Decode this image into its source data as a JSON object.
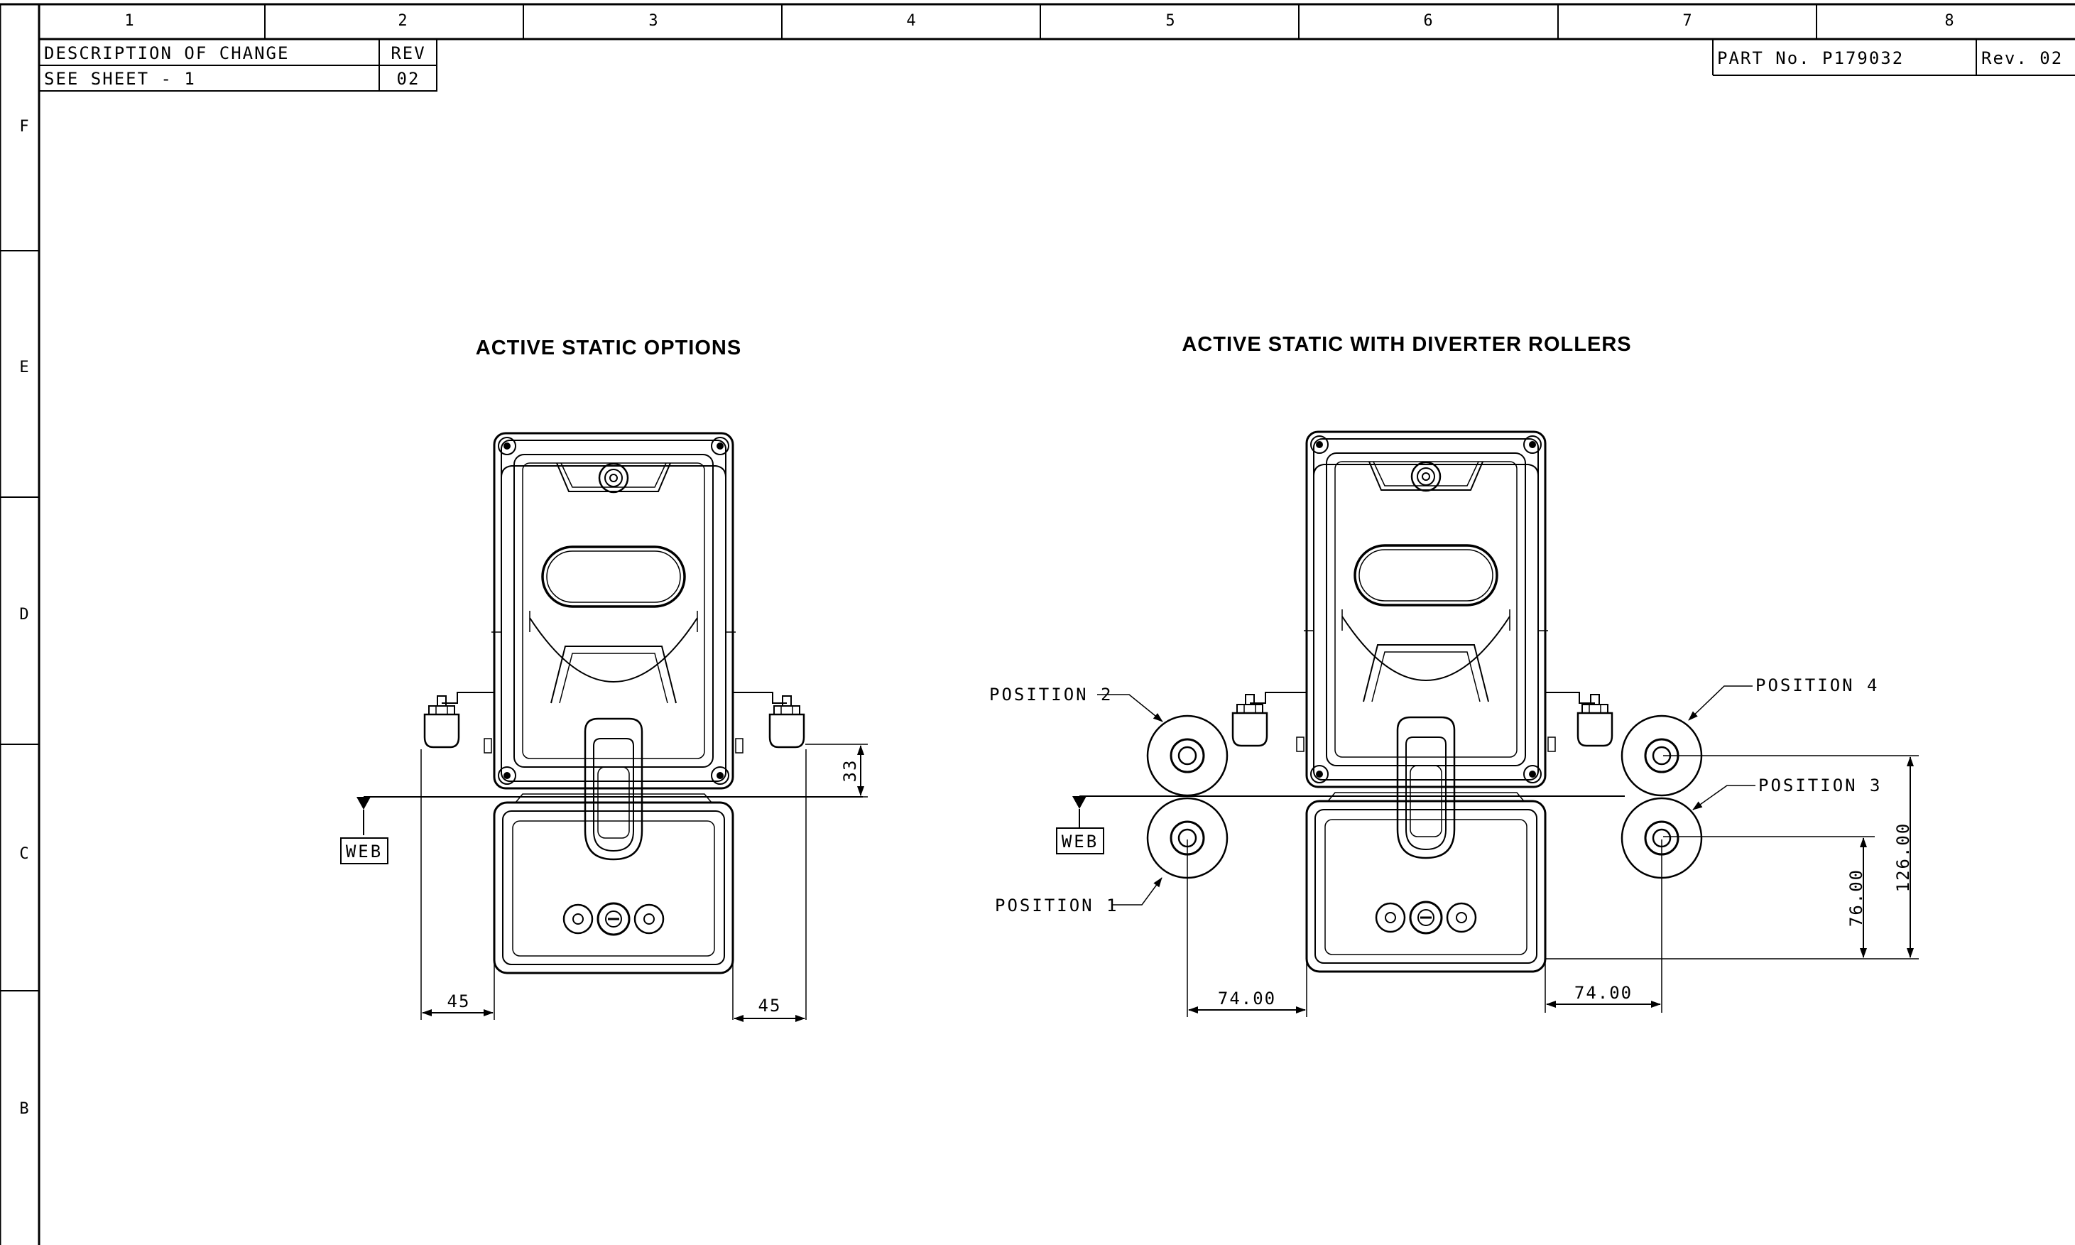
{
  "sheet": {
    "col_labels": [
      "1",
      "2",
      "3",
      "4",
      "5",
      "6",
      "7",
      "8"
    ],
    "row_labels": [
      "F",
      "E",
      "D",
      "C",
      "B"
    ]
  },
  "revision_block": {
    "header_description": "DESCRIPTION OF CHANGE",
    "header_rev": "REV",
    "row_description": "SEE SHEET - 1",
    "row_rev": "02"
  },
  "part_block": {
    "part_number": "PART No. P179032",
    "revision": "Rev. 02"
  },
  "views": {
    "left": {
      "title": "ACTIVE STATIC OPTIONS",
      "web_label": "WEB",
      "dim_left": "45",
      "dim_right": "45",
      "dim_vertical": "33"
    },
    "right": {
      "title": "ACTIVE STATIC WITH DIVERTER ROLLERS",
      "web_label": "WEB",
      "position_1": "POSITION 1",
      "position_2": "POSITION 2",
      "position_3": "POSITION 3",
      "position_4": "POSITION 4",
      "dim_left": "74.00",
      "dim_right": "74.00",
      "dim_v1": "76.00",
      "dim_v2": "126.00"
    }
  }
}
